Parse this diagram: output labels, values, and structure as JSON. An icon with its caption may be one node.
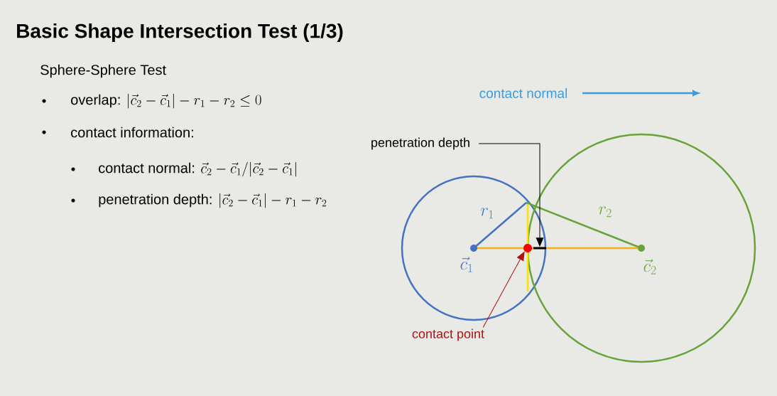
{
  "diagram": {
    "title": "Basic Shape Intersection Test (1/3)",
    "nodes": [
      {
        "text": [
          "penetration depth"
        ]
      },
      {
        "text": [],
        "shape": "bar"
      },
      {
        "text": [
          "contact point"
        ]
      },
      {
        "text": [],
        "shape": "circle"
      }
    ],
    "edges": [
      {
        "from": 0,
        "to": 1,
        "arrow": "to"
      },
      {
        "from": 2,
        "to": 3,
        "arrow": "to",
        "color": "#b01010"
      }
    ],
    "labels": [
      "Sphere-Sphere Test",
      "overlap:",
      "|\\vec{c}_2-\\vec{c}_1|-r_1-r_2\\leq 0",
      "contact information:",
      "contact normal:",
      "\\vec{c}_2-\\vec{c}_1/|\\vec{c}_2-\\vec{c}_1|",
      "penetration depth:",
      "|\\vec{c}_2-\\vec{c}_1|-r_1-r_2",
      "contact normal",
      "r_1",
      "\\vec{c}_1",
      "r_2",
      "\\vec{c}_2"
    ]
  }
}
